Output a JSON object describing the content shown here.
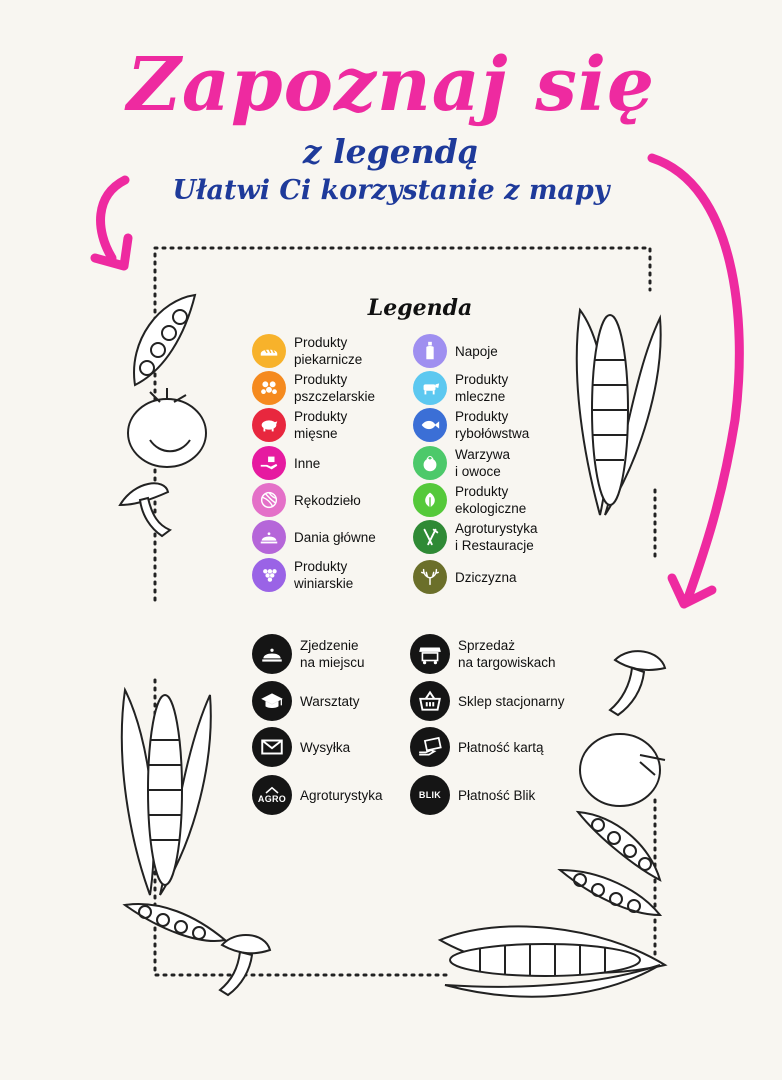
{
  "header": {
    "title": "Zapoznaj się",
    "subtitle": "z legendą",
    "tagline": "Ułatwi Ci korzystanie z mapy"
  },
  "legend": {
    "heading": "Legenda",
    "categories_left": [
      {
        "label": "Produkty\npiekarnicze",
        "icon": "bread-icon",
        "color": "#f7b22b"
      },
      {
        "label": "Produkty\npszczelarskie",
        "icon": "honeycomb-icon",
        "color": "#f58a1f"
      },
      {
        "label": "Produkty\nmięsne",
        "icon": "pig-icon",
        "color": "#e8273e"
      },
      {
        "label": "Inne",
        "icon": "hand-gift-icon",
        "color": "#e61aa0"
      },
      {
        "label": "Rękodzieło",
        "icon": "yarn-ball-icon",
        "color": "#e470c8"
      },
      {
        "label": "Dania główne",
        "icon": "cloche-icon",
        "color": "#b566d9"
      },
      {
        "label": "Produkty\nwiniarskie",
        "icon": "grapes-icon",
        "color": "#9a63e6"
      }
    ],
    "categories_right": [
      {
        "label": "Napoje",
        "icon": "bottle-icon",
        "color": "#9f8ff0"
      },
      {
        "label": "Produkty\nmleczne",
        "icon": "cow-icon",
        "color": "#5cc8f0"
      },
      {
        "label": "Produkty\nrybołówstwa",
        "icon": "fish-icon",
        "color": "#3b6fd6"
      },
      {
        "label": "Warzywa\ni owoce",
        "icon": "tomato-icon",
        "color": "#4cc96a"
      },
      {
        "label": "Produkty\nekologiczne",
        "icon": "leaf-icon",
        "color": "#55c93a"
      },
      {
        "label": "Agroturystyka\ni Restauracje",
        "icon": "cutlery-icon",
        "color": "#2f8a35"
      },
      {
        "label": "Dziczyzna",
        "icon": "antlers-icon",
        "color": "#6b6f2a"
      }
    ],
    "services_left": [
      {
        "label": "Zjedzenie\nna miejscu",
        "icon": "cloche-icon"
      },
      {
        "label": "Warsztaty",
        "icon": "graduation-cap-icon"
      },
      {
        "label": "Wysyłka",
        "icon": "envelope-icon"
      },
      {
        "label": "Agroturystyka",
        "icon": "agro-icon",
        "icon_text": "AGRO"
      }
    ],
    "services_right": [
      {
        "label": "Sprzedaż\nna targowiskach",
        "icon": "market-stall-icon"
      },
      {
        "label": "Sklep stacjonarny",
        "icon": "basket-icon"
      },
      {
        "label": "Płatność kartą",
        "icon": "card-hand-icon"
      },
      {
        "label": "Płatność Blik",
        "icon": "blik-icon",
        "icon_text": "BLIK"
      }
    ]
  },
  "colors": {
    "accent_pink": "#ee2aa0",
    "accent_blue": "#1e3a9a",
    "background": "#f8f6f1"
  }
}
